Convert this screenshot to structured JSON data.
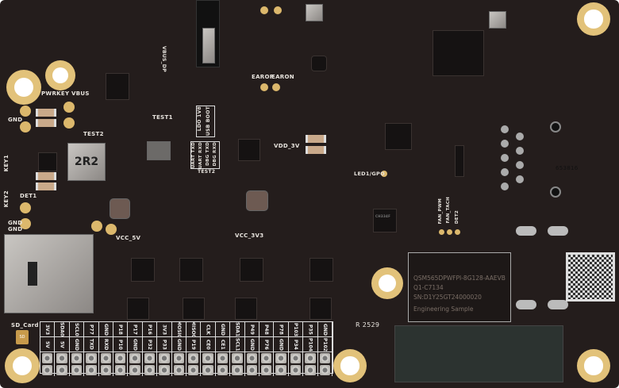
{
  "silkscreen": {
    "pwrkey_vbus": "PWRKEY VBUS",
    "gnd_left": "GND",
    "key1": "KEY1",
    "key2": "KEY2",
    "det1": "DET1",
    "gnd_bottom_1": "GND",
    "gnd_bottom_2": "GND",
    "test1": "TEST1",
    "test2_upper": "TEST2",
    "test2_lower": "TEST2",
    "inductor": "2R2",
    "vcc_5v": "VCC_5V",
    "vcc_3v3": "VCC_3V3",
    "vdd_3v": "VDD_3V",
    "earop": "EAROP",
    "earon": "EARON",
    "vbus_dp": "VBUS_DP",
    "usb_boot": "USB BOOT",
    "ldo_1v8": "LDO 1V8",
    "dbg_rxd": "DBG RXD",
    "dbg_txd": "DBG TXD",
    "uart_rxd": "UART RXD",
    "uart_txd": "UART TXD",
    "led1_gpo": "LED1/GPO",
    "fan_pwm": "FAN_PWM",
    "fan_tach": "FAN_TACH",
    "det2": "DET2",
    "ch_chip": "CH334F",
    "revision": "R 2529",
    "lan_code": "653816",
    "sd_card": "SD_Card",
    "sd_icon": "SD"
  },
  "soc_label": {
    "part": "QSM565DPWFPI-8G128-AAEVB",
    "lot": "Q1-C7134",
    "serial": "SN:D1Y25GT24000020",
    "note": "Engineering Sample"
  },
  "header": {
    "top_row": [
      "3V3",
      "SDA0",
      "SCL0",
      "P77",
      "GND",
      "P18",
      "P17",
      "P16",
      "3V3",
      "MOSI0",
      "MISO0",
      "CLK",
      "GND",
      "SDA1",
      "P49",
      "P48",
      "P78",
      "P103",
      "P35",
      "GND"
    ],
    "bottom_row": [
      "5V",
      "5V",
      "GND",
      "TXD",
      "RXD",
      "P10",
      "GND",
      "P32",
      "P33",
      "GND",
      "P19",
      "CE0",
      "CE1",
      "SCL1",
      "GND",
      "P76",
      "GND",
      "P34",
      "P104",
      "P102"
    ]
  }
}
